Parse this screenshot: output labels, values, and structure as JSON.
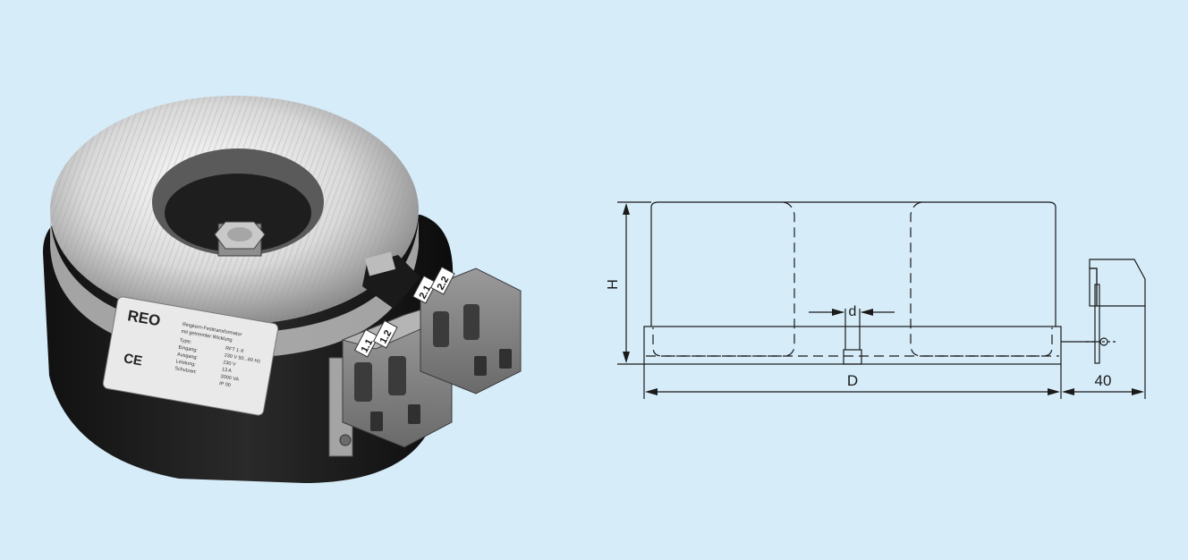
{
  "photo": {
    "brand_logo": "REO",
    "ce_mark": "CE",
    "terminal_labels": [
      "1.1",
      "1.2",
      "2.1",
      "2.2"
    ],
    "nameplate_lines": [
      "Ringkern-Festtransformator",
      "mit getrennter Wicklung",
      "Type:",
      "Eingang:",
      "Ausgang:",
      "Leistung:",
      "Schutzart:"
    ],
    "nameplate_values": [
      "RFT 1-X",
      "230 V 50...60 Hz",
      "230 V",
      "13 A",
      "3000 VA",
      "IP 00"
    ]
  },
  "drawing": {
    "dim_height_label": "H",
    "dim_diameter_label": "D",
    "dim_bolt_label": "d",
    "dim_terminal_label": "40"
  },
  "colors": {
    "background": "#d6ecf9",
    "line": "#1a1a1a"
  }
}
